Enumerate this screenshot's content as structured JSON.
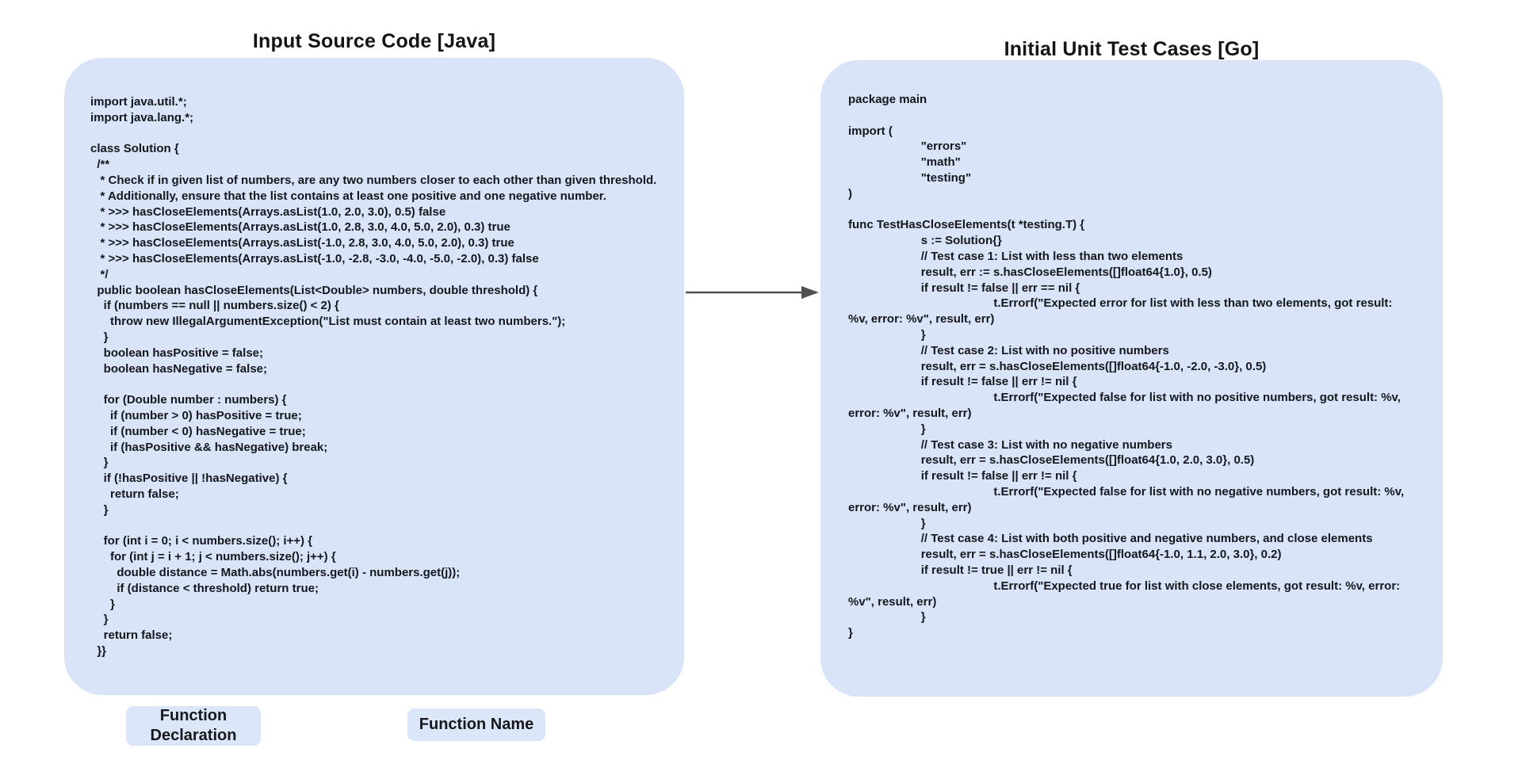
{
  "left_panel": {
    "title": "Input Source Code [Java]",
    "language": "Java",
    "code": "import java.util.*;\nimport java.lang.*;\n\nclass Solution {\n  /**\n   * Check if in given list of numbers, are any two numbers closer to each other than given threshold.\n   * Additionally, ensure that the list contains at least one positive and one negative number.\n   * >>> hasCloseElements(Arrays.asList(1.0, 2.0, 3.0), 0.5) false\n   * >>> hasCloseElements(Arrays.asList(1.0, 2.8, 3.0, 4.0, 5.0, 2.0), 0.3) true\n   * >>> hasCloseElements(Arrays.asList(-1.0, 2.8, 3.0, 4.0, 5.0, 2.0), 0.3) true\n   * >>> hasCloseElements(Arrays.asList(-1.0, -2.8, -3.0, -4.0, -5.0, -2.0), 0.3) false\n   */\n  public boolean hasCloseElements(List<Double> numbers, double threshold) {\n    if (numbers == null || numbers.size() < 2) {\n      throw new IllegalArgumentException(\"List must contain at least two numbers.\");\n    }\n    boolean hasPositive = false;\n    boolean hasNegative = false;\n\n    for (Double number : numbers) {\n      if (number > 0) hasPositive = true;\n      if (number < 0) hasNegative = true;\n      if (hasPositive && hasNegative) break;\n    }\n    if (!hasPositive || !hasNegative) {\n      return false;\n    }\n\n    for (int i = 0; i < numbers.size(); i++) {\n      for (int j = i + 1; j < numbers.size(); j++) {\n        double distance = Math.abs(numbers.get(i) - numbers.get(j));\n        if (distance < threshold) return true;\n      }\n    }\n    return false;\n  }}"
  },
  "right_panel": {
    "title": "Initial Unit Test Cases [Go]",
    "language": "Go",
    "code": "package main\n\nimport (\n\t\"errors\"\n\t\"math\"\n\t\"testing\"\n)\n\nfunc TestHasCloseElements(t *testing.T) {\n\ts := Solution{}\n\t// Test case 1: List with less than two elements\n\tresult, err := s.hasCloseElements([]float64{1.0}, 0.5)\n\tif result != false || err == nil {\n\t\tt.Errorf(\"Expected error for list with less than two elements, got result: %v, error: %v\", result, err)\n\t}\n\t// Test case 2: List with no positive numbers\n\tresult, err = s.hasCloseElements([]float64{-1.0, -2.0, -3.0}, 0.5)\n\tif result != false || err != nil {\n\t\tt.Errorf(\"Expected false for list with no positive numbers, got result: %v, error: %v\", result, err)\n\t}\n\t// Test case 3: List with no negative numbers\n\tresult, err = s.hasCloseElements([]float64{1.0, 2.0, 3.0}, 0.5)\n\tif result != false || err != nil {\n\t\tt.Errorf(\"Expected false for list with no negative numbers, got result: %v, error: %v\", result, err)\n\t}\n\t// Test case 4: List with both positive and negative numbers, and close elements\n\tresult, err = s.hasCloseElements([]float64{-1.0, 1.1, 2.0, 3.0}, 0.2)\n\tif result != true || err != nil {\n\t\tt.Errorf(\"Expected true for list with close elements, got result: %v, error: %v\", result, err)\n\t}\n}"
  },
  "annotations": {
    "function_declaration_label": "Function Declaration",
    "function_name_label": "Function Name"
  },
  "arrow": {
    "direction": "right",
    "color": "#4f4f4f"
  },
  "colors": {
    "page_bg": "#ffffff",
    "panel_bg": "#dae4f8",
    "chip_bg": "#dce6f9",
    "text": "#14171c"
  }
}
